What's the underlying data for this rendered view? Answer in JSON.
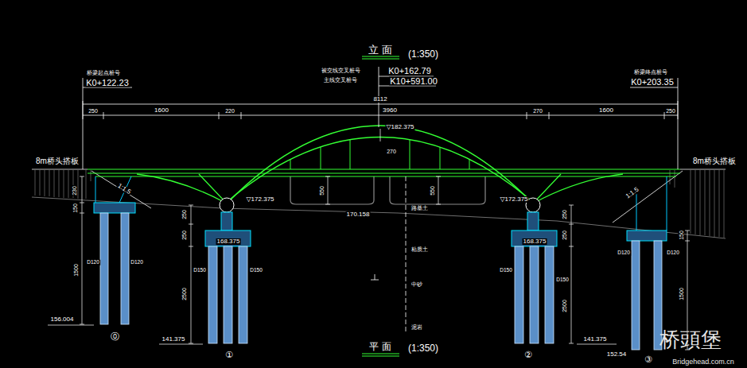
{
  "diagram": {
    "title": "立 面",
    "labels": [
      "(1:350)",
      "桥梁起点桩号",
      "K0+122.23",
      "被交线交叉桩号",
      "K0+162.79",
      "主线交叉桩号",
      "K10+591.00",
      "桥梁终点桩号",
      "K0+203.35",
      "8112",
      "250",
      "1600",
      "220",
      "3960",
      "270",
      "1600",
      "250",
      "8m桥头搭板",
      "8m桥头搭板",
      "▽182.375",
      "270",
      "1:1.5",
      "1:1.5",
      "230",
      "150",
      "▽172.375",
      "550",
      "170.158",
      "550",
      "路基土",
      "▽172.375",
      "250",
      "250",
      "168.375",
      "250",
      "250",
      "168.375",
      "粘质土",
      "1500",
      "D120",
      "D120",
      "D150",
      "D150",
      "D150",
      "D150",
      "D120",
      "D120",
      "150",
      "中砂",
      "2500",
      "2500",
      "1500",
      "156.004",
      "泥岩",
      "⓪",
      "141.375",
      "141.375",
      "①",
      "②",
      "平 面",
      "(1:350)",
      "③",
      "152.54",
      "桥頭堡",
      "Bridgehead.com.cn"
    ]
  }
}
